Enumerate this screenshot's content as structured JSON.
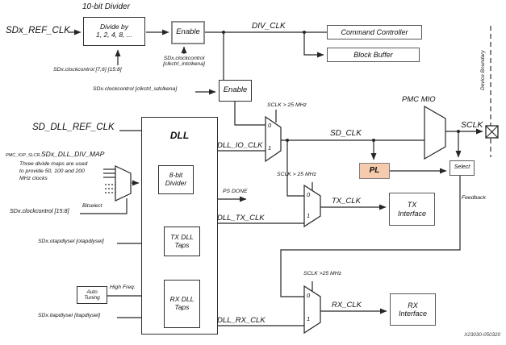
{
  "figure_id": "X23030-050320",
  "colors": {
    "pl_fill": "#f6cbad",
    "wire": "#262626"
  },
  "clocks": {
    "sdx_ref_clk": "SDx_REF_CLK",
    "div_clk": "DIV_CLK",
    "sd_dll_ref_clk": "SD_DLL_REF_CLK",
    "dll_io_clk": "DLL_IO_CLK",
    "dll_tx_clk": "DLL_TX_CLK",
    "dll_rx_clk": "DLL_RX_CLK",
    "sd_clk": "SD_CLK",
    "sclk": "SCLK",
    "tx_clk": "TX_CLK",
    "rx_clk": "RX_CLK",
    "ps_done": "PS DONE",
    "feedback": "Feedback",
    "high_freq": "High Freq.",
    "bitselect": "Bitselect"
  },
  "blocks": {
    "divider_title": "10-bit Divider",
    "divider_text": "Divide by\n1, 2, 4, 8, ...",
    "enable1": "Enable",
    "enable2": "Enable",
    "command_controller": "Command Controller",
    "block_buffer": "Block Buffer",
    "dll_title": "DLL",
    "divider_8bit": "8-bit\nDivider",
    "tx_dll_taps": "TX DLL\nTaps",
    "rx_dll_taps": "RX DLL\nTaps",
    "auto_tuning": "Auto\nTuning",
    "pl": "PL",
    "select": "Select",
    "tx_interface": "TX\nInterface",
    "rx_interface": "RX\nInterface",
    "pmc_mio": "PMC MIO"
  },
  "registers": {
    "divider_control": "SDx.clockcontrol [7,6] [15:8]",
    "intclkena": "SDx.clockcontrol\n[clkctrl_intclkena]",
    "sdclkena": "SDx.clockcontrol [clkctrl_sdclkena]",
    "bitselect_control": "SDx.clockcontrol [15:8]",
    "otapdlysel": "SDx.otapdlysel [otapdlysel]",
    "itapdlysel": "SDx.itapdlysel [itapdlysel]",
    "div_map_prefix": "PMC_IOP_SLCR.",
    "div_map": "SDx_DLL_DIV_MAP"
  },
  "annotations": {
    "divide_maps_note": "Three divide maps are used\nto provide 50, 100 and 200\nMHz clocks",
    "sclk_gt_25_io": "SCLK > 25 MHz",
    "sclk_gt_25_tx": "SCLK > 25 MHz",
    "sclk_gt_25_rx": "SCLK >25 MHz",
    "device_boundary": "Device Boundary"
  },
  "mux_ports": {
    "zero": "0",
    "one": "1"
  }
}
